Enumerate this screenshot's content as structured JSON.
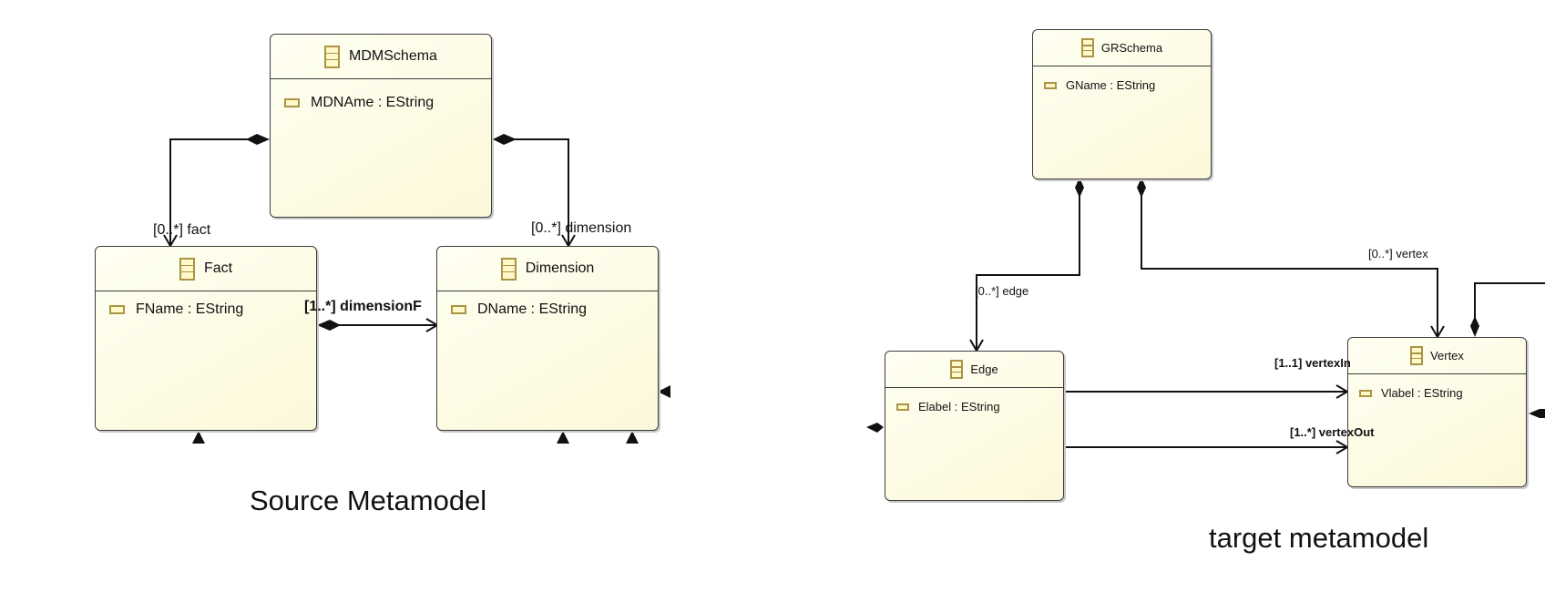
{
  "source": {
    "caption": "Source Metamodel",
    "classes": {
      "mdmschema": {
        "name": "MDMSchema",
        "attribute": "MDNAme : EString"
      },
      "fact": {
        "name": "Fact",
        "attribute": "FName : EString"
      },
      "dimension": {
        "name": "Dimension",
        "attribute": "DName : EString"
      }
    },
    "references": {
      "fact": "[0..*] fact",
      "dimension": "[0..*] dimension",
      "dimensionF": "[1..*] dimensionF"
    }
  },
  "target": {
    "caption": "target metamodel",
    "classes": {
      "grschema": {
        "name": "GRSchema",
        "attribute": "GName : EString"
      },
      "edge": {
        "name": "Edge",
        "attribute": "Elabel : EString"
      },
      "vertex": {
        "name": "Vertex",
        "attribute": "Vlabel : EString"
      }
    },
    "references": {
      "edge": "[0..*] edge",
      "vertex": "[0..*] vertex",
      "vertexIn": "[1..1] vertexIn",
      "vertexOut": "[1..*] vertexOut"
    }
  }
}
